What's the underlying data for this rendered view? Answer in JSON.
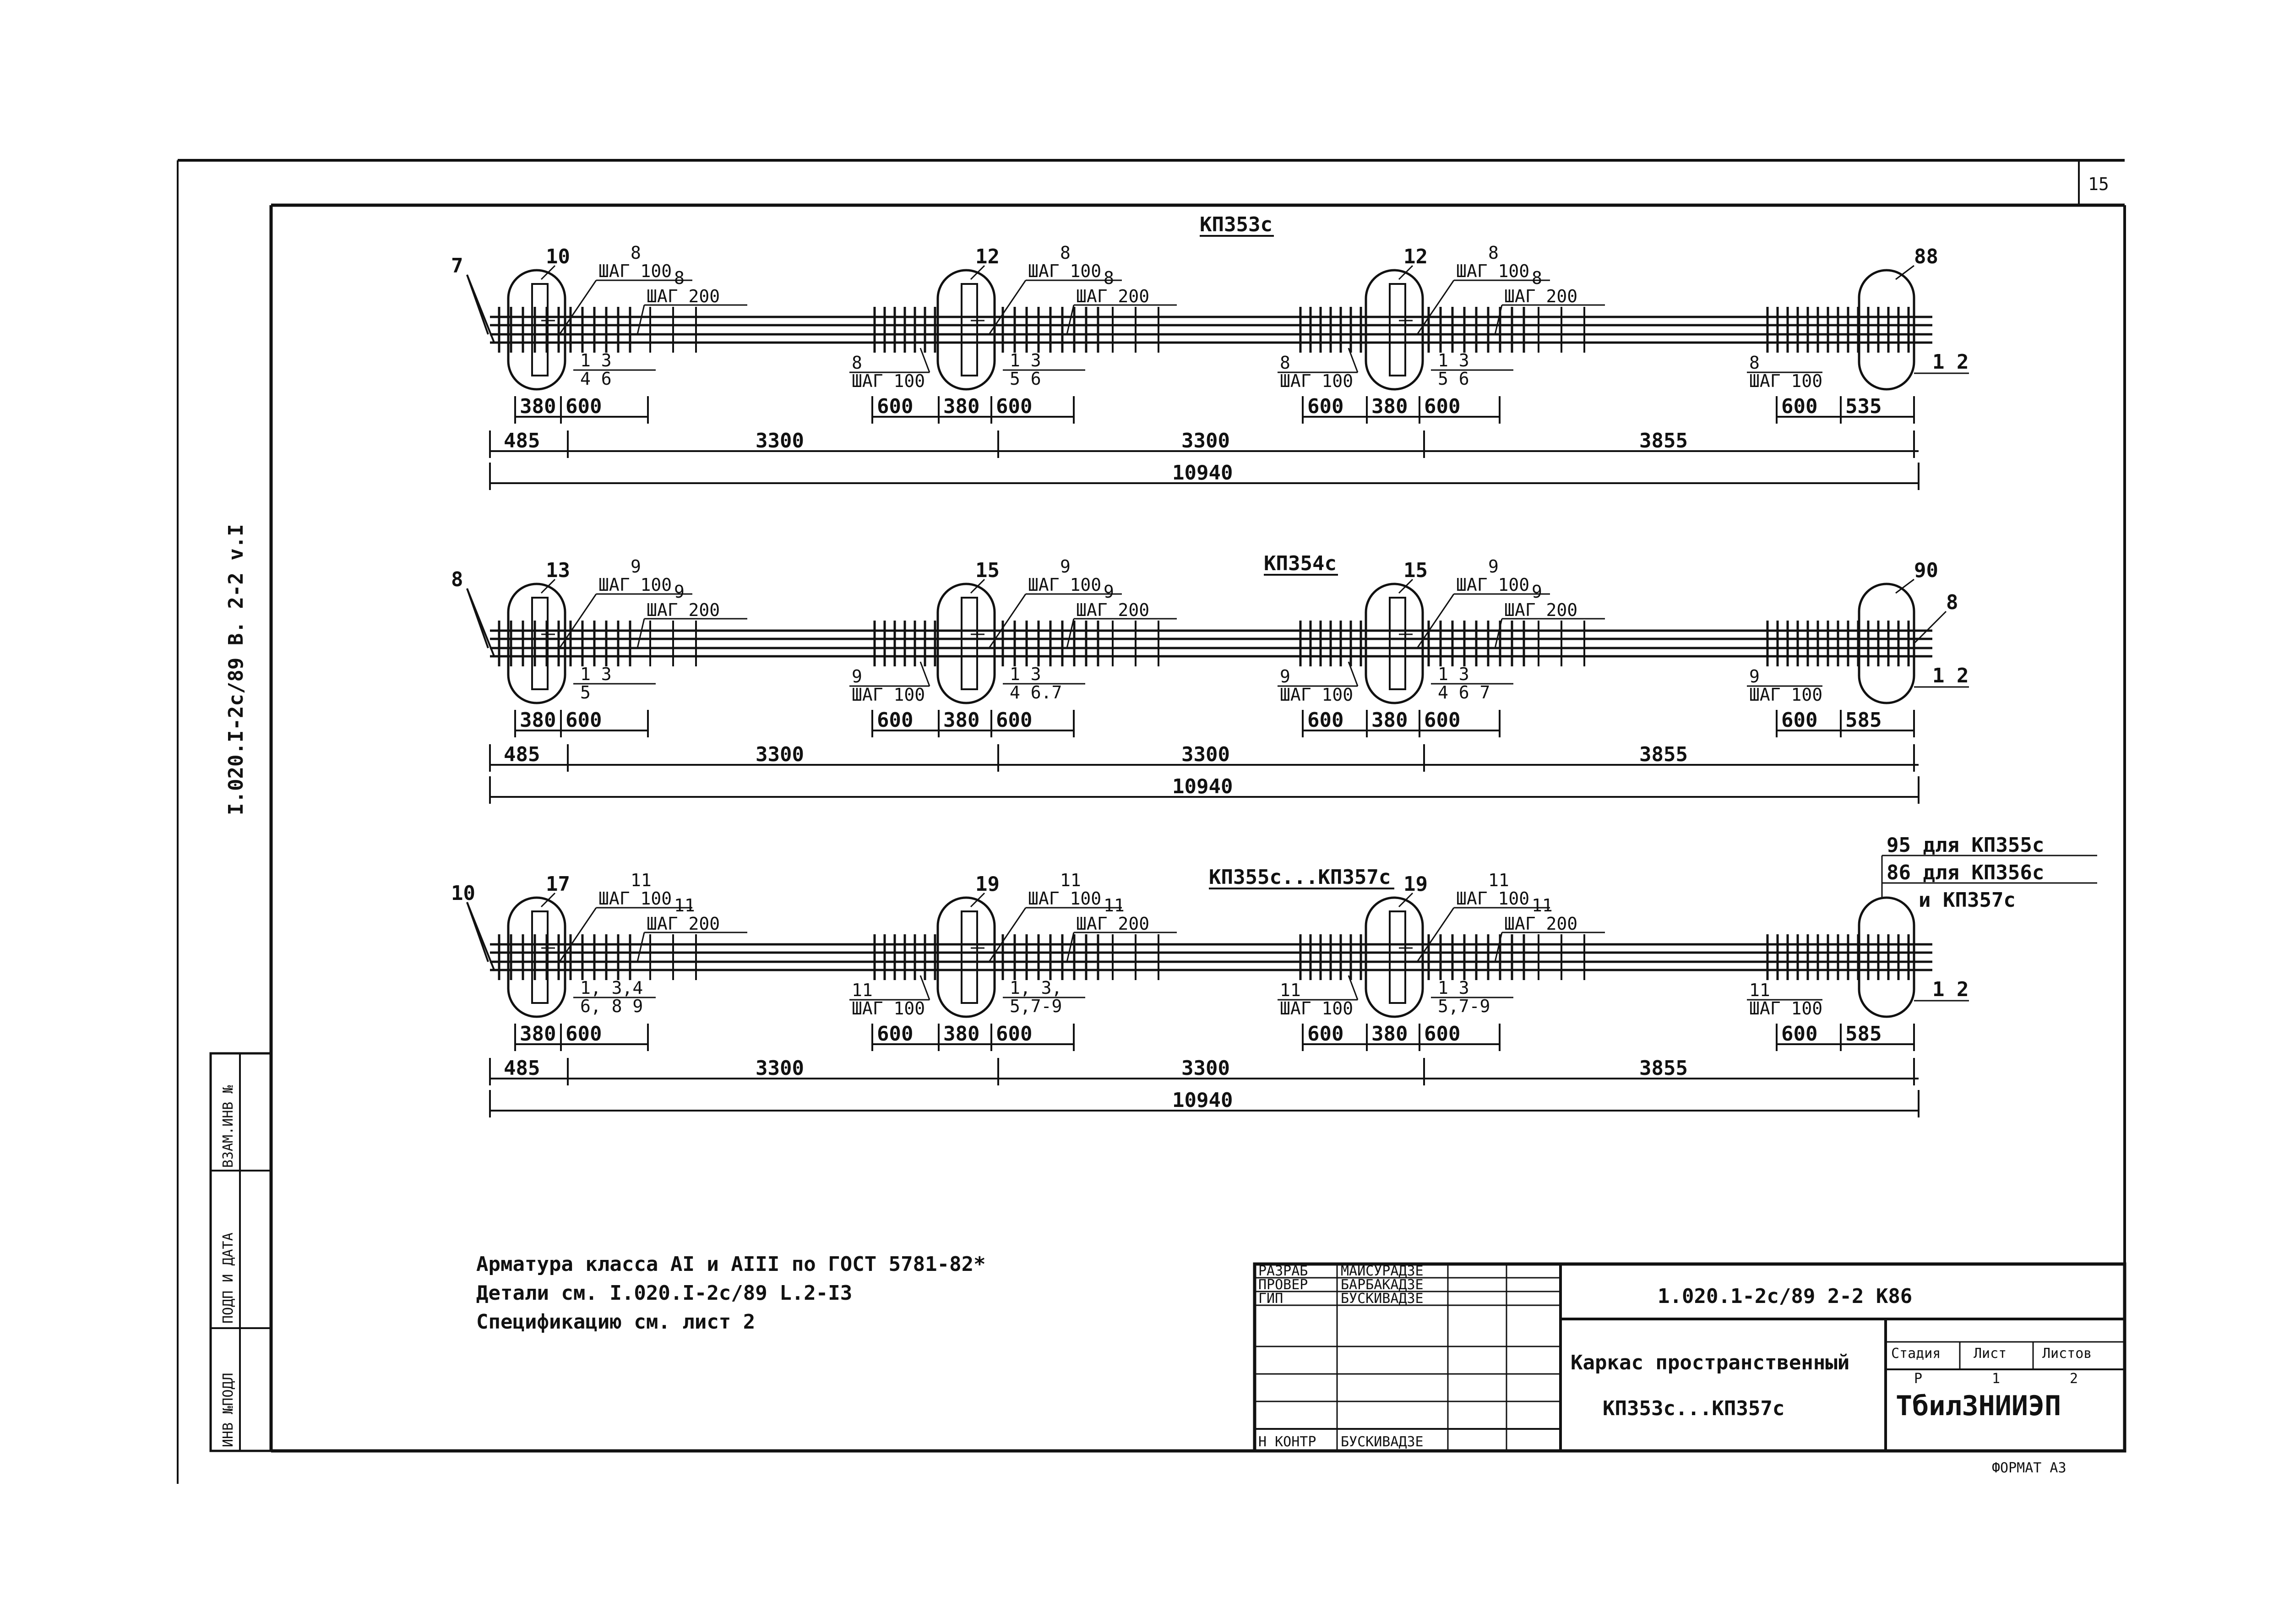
{
  "sheet": {
    "page_number": "15",
    "side_code": "I.020.I-2c/89 B. 2-2 v.I",
    "format_label": "ФОРМАТ А3"
  },
  "frames": [
    {
      "title": "КП353с",
      "joints": [
        {
          "mark": "10",
          "bar_top": "8",
          "step_top": "ШАГ 100",
          "bar_mid": "8",
          "step_mid": "ШАГ 200",
          "left_bar": "",
          "left_step": "",
          "pos_upper": "1 3",
          "pos_lower": "4 6"
        },
        {
          "mark": "12",
          "bar_top": "8",
          "step_top": "ШАГ 100",
          "bar_mid": "8",
          "step_mid": "ШАГ 200",
          "left_bar": "8",
          "left_step": "ШАГ 100",
          "pos_upper": "1 3",
          "pos_lower": "5 6"
        },
        {
          "mark": "12",
          "bar_top": "8",
          "step_top": "ШАГ 100",
          "bar_mid": "8",
          "step_mid": "ШАГ 200",
          "left_bar": "8",
          "left_step": "ШАГ 100",
          "pos_upper": "1 3",
          "pos_lower": "5 6"
        }
      ],
      "end_mark": "88",
      "end_pos": "1 2",
      "end_side_mark": "",
      "end_left_bar": "8",
      "end_left_step": "ШАГ 100",
      "left_mark": "7",
      "dims_local": [
        "380",
        "600",
        "600",
        "380",
        "600",
        "600",
        "380",
        "600",
        "600",
        "535"
      ],
      "dims_spans": [
        "485",
        "3300",
        "3300",
        "3855"
      ],
      "dim_total": "10940"
    },
    {
      "title": "КП354с",
      "joints": [
        {
          "mark": "13",
          "bar_top": "9",
          "step_top": "ШАГ 100",
          "bar_mid": "9",
          "step_mid": "ШАГ 200",
          "left_bar": "",
          "left_step": "",
          "pos_upper": "1 3",
          "pos_lower": "5"
        },
        {
          "mark": "15",
          "bar_top": "9",
          "step_top": "ШАГ 100",
          "bar_mid": "9",
          "step_mid": "ШАГ 200",
          "left_bar": "9",
          "left_step": "ШАГ 100",
          "pos_upper": "1 3",
          "pos_lower": "4 6.7"
        },
        {
          "mark": "15",
          "bar_top": "9",
          "step_top": "ШАГ 100",
          "bar_mid": "9",
          "step_mid": "ШАГ 200",
          "left_bar": "9",
          "left_step": "ШАГ 100",
          "pos_upper": "1 3",
          "pos_lower": "4 6 7"
        }
      ],
      "end_mark": "90",
      "end_pos": "1 2",
      "end_side_mark": "8",
      "end_left_bar": "9",
      "end_left_step": "ШАГ 100",
      "left_mark": "8",
      "dims_local": [
        "380",
        "600",
        "600",
        "380",
        "600",
        "600",
        "380",
        "600",
        "600",
        "585"
      ],
      "dims_spans": [
        "485",
        "3300",
        "3300",
        "3855"
      ],
      "dim_total": "10940"
    },
    {
      "title": "КП355с...КП357с",
      "joints": [
        {
          "mark": "17",
          "bar_top": "11",
          "step_top": "ШАГ 100",
          "bar_mid": "11",
          "step_mid": "ШАГ 200",
          "left_bar": "",
          "left_step": "",
          "pos_upper": "1, 3,4",
          "pos_lower": "6, 8 9"
        },
        {
          "mark": "19",
          "bar_top": "11",
          "step_top": "ШАГ 100",
          "bar_mid": "11",
          "step_mid": "ШАГ 200",
          "left_bar": "11",
          "left_step": "ШАГ 100",
          "pos_upper": "1, 3,",
          "pos_lower": "5,7-9"
        },
        {
          "mark": "19",
          "bar_top": "11",
          "step_top": "ШАГ 100",
          "bar_mid": "11",
          "step_mid": "ШАГ 200",
          "left_bar": "11",
          "left_step": "ШАГ 100",
          "pos_upper": "1 3",
          "pos_lower": "5,7-9"
        }
      ],
      "end_mark": "",
      "end_pos": "1 2",
      "end_side_mark": "",
      "end_left_bar": "11",
      "end_left_step": "ШАГ 100",
      "left_mark": "10",
      "end_notes": [
        "95 для КП355с",
        "86 для КП356с",
        "и КП357с"
      ],
      "dims_local": [
        "380",
        "600",
        "600",
        "380",
        "600",
        "600",
        "380",
        "600",
        "600",
        "585"
      ],
      "dims_spans": [
        "485",
        "3300",
        "3300",
        "3855"
      ],
      "dim_total": "10940"
    }
  ],
  "notes": [
    "Арматура класса AI и AIII по ГОСТ 5781-82*",
    "Детали см. I.020.I-2c/89 L.2-I3",
    "Спецификацию см. лист 2"
  ],
  "stamp_side": [
    "ИНВ №ПОДЛ",
    "ПОДП И ДАТА",
    "ВЗАМ.ИНВ №"
  ],
  "title_block": {
    "roles": [
      {
        "role": "РАЗРАБ",
        "name": "МАЙСУРАДЗЕ"
      },
      {
        "role": "ПРОВЕР",
        "name": "БАРБАКАДЗЕ"
      },
      {
        "role": "ГИП",
        "name": "БУСКИВАДЗЕ"
      },
      {
        "role": "",
        "name": ""
      },
      {
        "role": "",
        "name": ""
      },
      {
        "role": "",
        "name": ""
      },
      {
        "role": "Н КОНТР",
        "name": "БУСКИВАДЗЕ"
      }
    ],
    "doc_code": "1.020.1-2c/89 2-2 К86",
    "title_line1": "Каркас пространственный",
    "title_line2": "КП353с...КП357с",
    "stage_header": "Стадия",
    "sheet_header": "Лист",
    "sheets_header": "Листов",
    "stage": "Р",
    "sheet": "1",
    "sheets": "2",
    "organization": "ТбилЗНИИЭП"
  }
}
